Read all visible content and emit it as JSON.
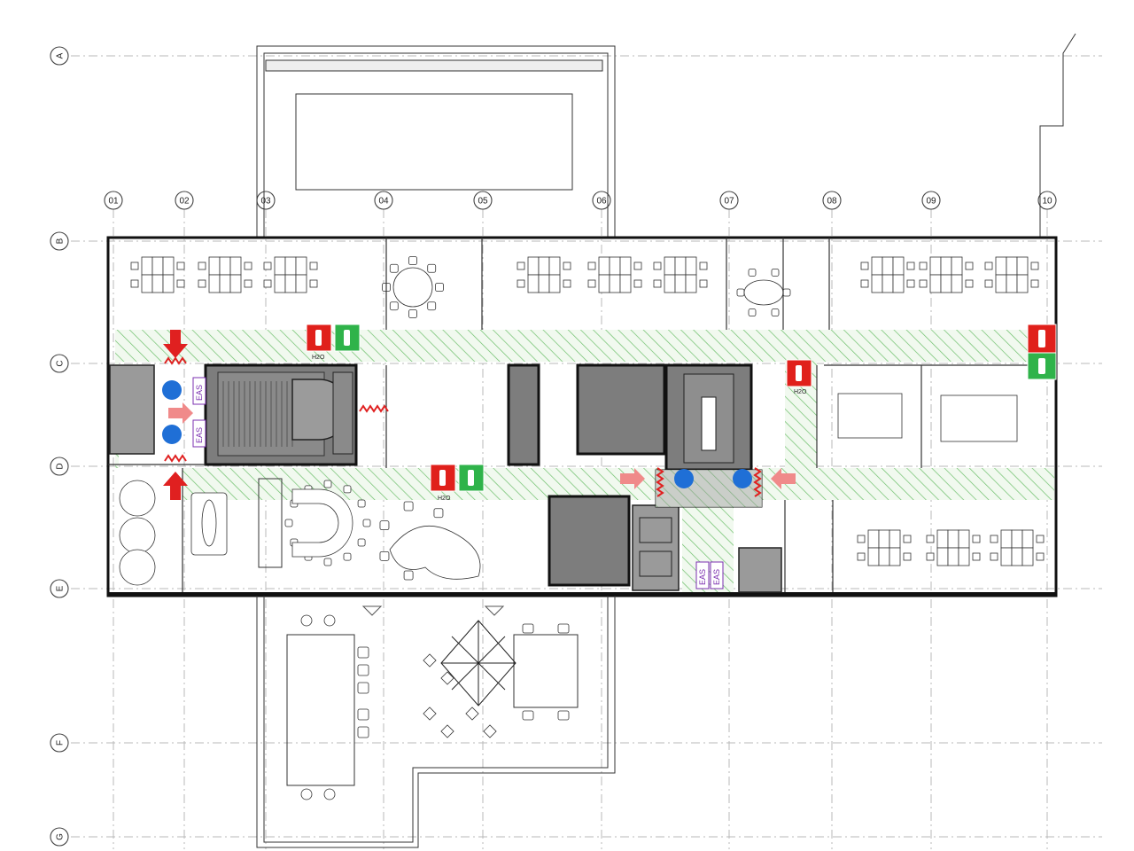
{
  "grid": {
    "rows": [
      "A",
      "B",
      "C",
      "D",
      "E",
      "F",
      "G"
    ],
    "columns": [
      "01",
      "02",
      "03",
      "04",
      "05",
      "06",
      "07",
      "08",
      "09",
      "10"
    ]
  },
  "labels": {
    "eas": "EAS",
    "h2o": "H2O"
  },
  "colors": {
    "escape_route": "#4caf50",
    "fire_sign": "#e0201b",
    "exit_sign": "#2fb34a",
    "assembly_dot": "#1f6fd6",
    "arrow": "#e02020",
    "arrow_light": "#f08a8a",
    "eas": "#7b2fb0"
  },
  "icons": [
    "fire-extinguisher-icon",
    "fire-hose-icon",
    "exit-sign-icon",
    "escape-arrow-icon",
    "assembly-point-icon",
    "umbrella-icon"
  ]
}
